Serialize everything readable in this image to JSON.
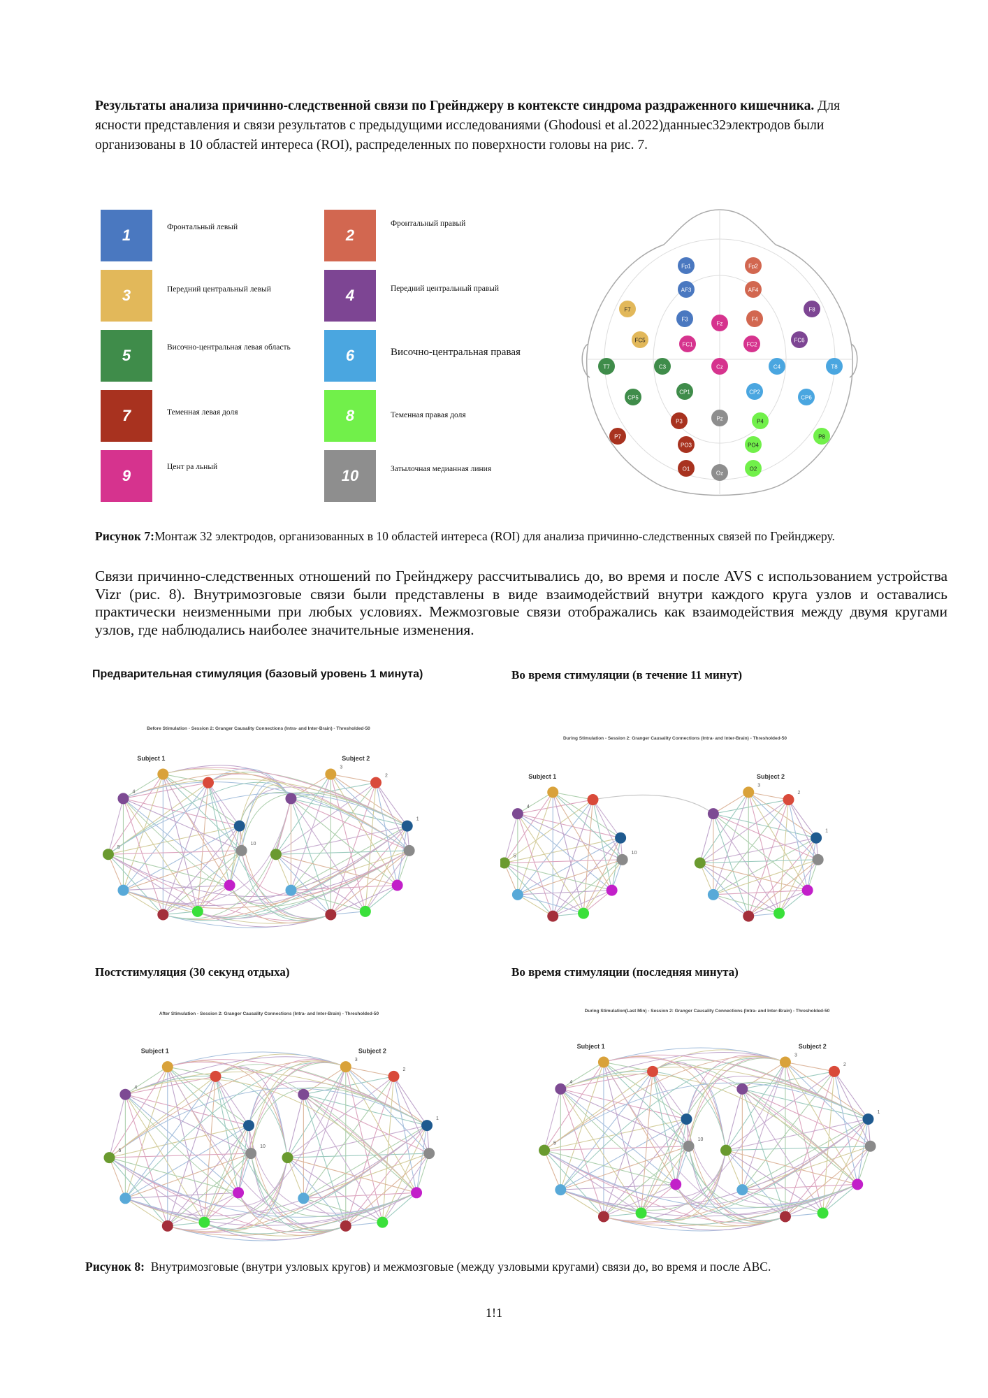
{
  "intro": {
    "heading": "Результаты анализа причинно-следственной связи по Грейнджеру в контексте синдрома раздраженного кишечника.",
    "line1_rest": " Для",
    "line2": "ясности представления и связи результатов с предыдущими исследованиями (Ghodousi et al.2022)данныес32электродов были",
    "line3": "организованы в 10 областей интереса (ROI), распределенных по поверхности головы на рис. 7."
  },
  "legend": [
    {
      "num": "1",
      "label": "Фронтальный левый",
      "color": "#4a78c0"
    },
    {
      "num": "2",
      "label": "Фронтальный правый",
      "color": "#d26750"
    },
    {
      "num": "3",
      "label": "Передний центральный левый",
      "color": "#e2b85a"
    },
    {
      "num": "4",
      "label": "Передний центральный правый",
      "color": "#7d4593"
    },
    {
      "num": "5",
      "label": "Височно-центральная левая область",
      "color": "#3f8c4a"
    },
    {
      "num": "6",
      "label": "Височно-центральная правая",
      "color": "#4aa6e0"
    },
    {
      "num": "7",
      "label": "Теменная левая доля",
      "color": "#a8321f"
    },
    {
      "num": "8",
      "label": "Теменная правая доля",
      "color": "#71f04a"
    },
    {
      "num": "9",
      "label": "Цент ра льный",
      "color": "#d6338e"
    },
    {
      "num": "10",
      "label": "Затылочная медианная линия",
      "color": "#8e8e8e"
    }
  ],
  "electrodes": [
    {
      "name": "Fp1",
      "roi": 1
    },
    {
      "name": "Fp2",
      "roi": 2
    },
    {
      "name": "AF3",
      "roi": 1
    },
    {
      "name": "AF4",
      "roi": 2
    },
    {
      "name": "F7",
      "roi": 3
    },
    {
      "name": "F3",
      "roi": 1
    },
    {
      "name": "Fz",
      "roi": 9
    },
    {
      "name": "F4",
      "roi": 2
    },
    {
      "name": "F8",
      "roi": 4
    },
    {
      "name": "FC5",
      "roi": 3
    },
    {
      "name": "FC1",
      "roi": 9
    },
    {
      "name": "FC2",
      "roi": 9
    },
    {
      "name": "FC6",
      "roi": 4
    },
    {
      "name": "T7",
      "roi": 5
    },
    {
      "name": "C3",
      "roi": 5
    },
    {
      "name": "Cz",
      "roi": 9
    },
    {
      "name": "C4",
      "roi": 6
    },
    {
      "name": "T8",
      "roi": 6
    },
    {
      "name": "CP5",
      "roi": 5
    },
    {
      "name": "CP1",
      "roi": 5
    },
    {
      "name": "CP2",
      "roi": 6
    },
    {
      "name": "CP6",
      "roi": 6
    },
    {
      "name": "P3",
      "roi": 7
    },
    {
      "name": "Pz",
      "roi": 10
    },
    {
      "name": "P4",
      "roi": 8
    },
    {
      "name": "P7",
      "roi": 7
    },
    {
      "name": "P8",
      "roi": 8
    },
    {
      "name": "PO3",
      "roi": 7
    },
    {
      "name": "PO4",
      "roi": 8
    },
    {
      "name": "O1",
      "roi": 7
    },
    {
      "name": "Oz",
      "roi": 10
    },
    {
      "name": "O2",
      "roi": 8
    }
  ],
  "figure7_caption": {
    "label": "Рисунок 7:",
    "text": "Монтаж 32 электродов, организованных в 10 областей интереса (ROI) для анализа причинно-следственных связей по Грейнджеру."
  },
  "para2": "Связи причинно-следственных отношений по Грейнджеру рассчитывались до, во время и после AVS с использованием устройства Vizr (рис. 8). Внутримозговые связи были представлены в виде взаимодействий внутри каждого круга узлов и оставались практически неизменными при любых условиях. Межмозговые связи отображались как взаимодействия между двумя кругами узлов, где наблюдались наиболее значительные изменения.",
  "panels": [
    {
      "heading": "Предварительная стимуляция (базовый уровень 1 минута)",
      "chart_title": "Before Stimulation - Session 2: Granger Causality Connections (Intra- and Inter-Brain) - Thresholded-50",
      "inter": "heavy"
    },
    {
      "heading": "Во время стимуляции (в течение 11 минут)",
      "chart_title": "During Stimulation - Session 2: Granger Causality Connections (Intra- and Inter-Brain) - Thresholded-50",
      "inter": "single"
    },
    {
      "heading": "Постстимуляция (30 секунд отдыха)",
      "chart_title": "After Stimulation - Session 2: Granger Causality Connections (Intra- and Inter-Brain) - Thresholded-50",
      "inter": "heavy"
    },
    {
      "heading": "Во время стимуляции (последняя минута)",
      "chart_title": "During Stimulation(Last Min) - Session 2: Granger Causality Connections (Intra- and Inter-Brain) - Thresholded-50",
      "inter": "heavy"
    }
  ],
  "subject_labels": [
    "Subject 1",
    "Subject 2"
  ],
  "node_numbers": [
    "1",
    "2",
    "3",
    "4",
    "5",
    "10"
  ],
  "figure8_caption": {
    "label": "Рисунок 8:",
    "text": "Внутримозговые (внутри узловых кругов) и межмозговые (между узловыми кругами) связи до, во время и после ABC."
  },
  "page_number": "1!1"
}
